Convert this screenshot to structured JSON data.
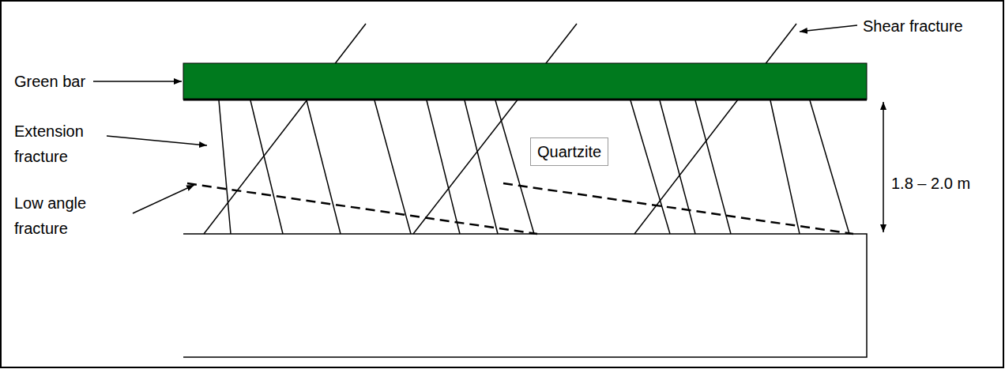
{
  "diagram": {
    "nodes": [
      {
        "text": [
          "Quartzite"
        ]
      }
    ],
    "labels": [
      "Shear fracture",
      "Green bar",
      "Extension fracture",
      "Low angle fracture",
      "1.8 – 2.0 m"
    ]
  }
}
